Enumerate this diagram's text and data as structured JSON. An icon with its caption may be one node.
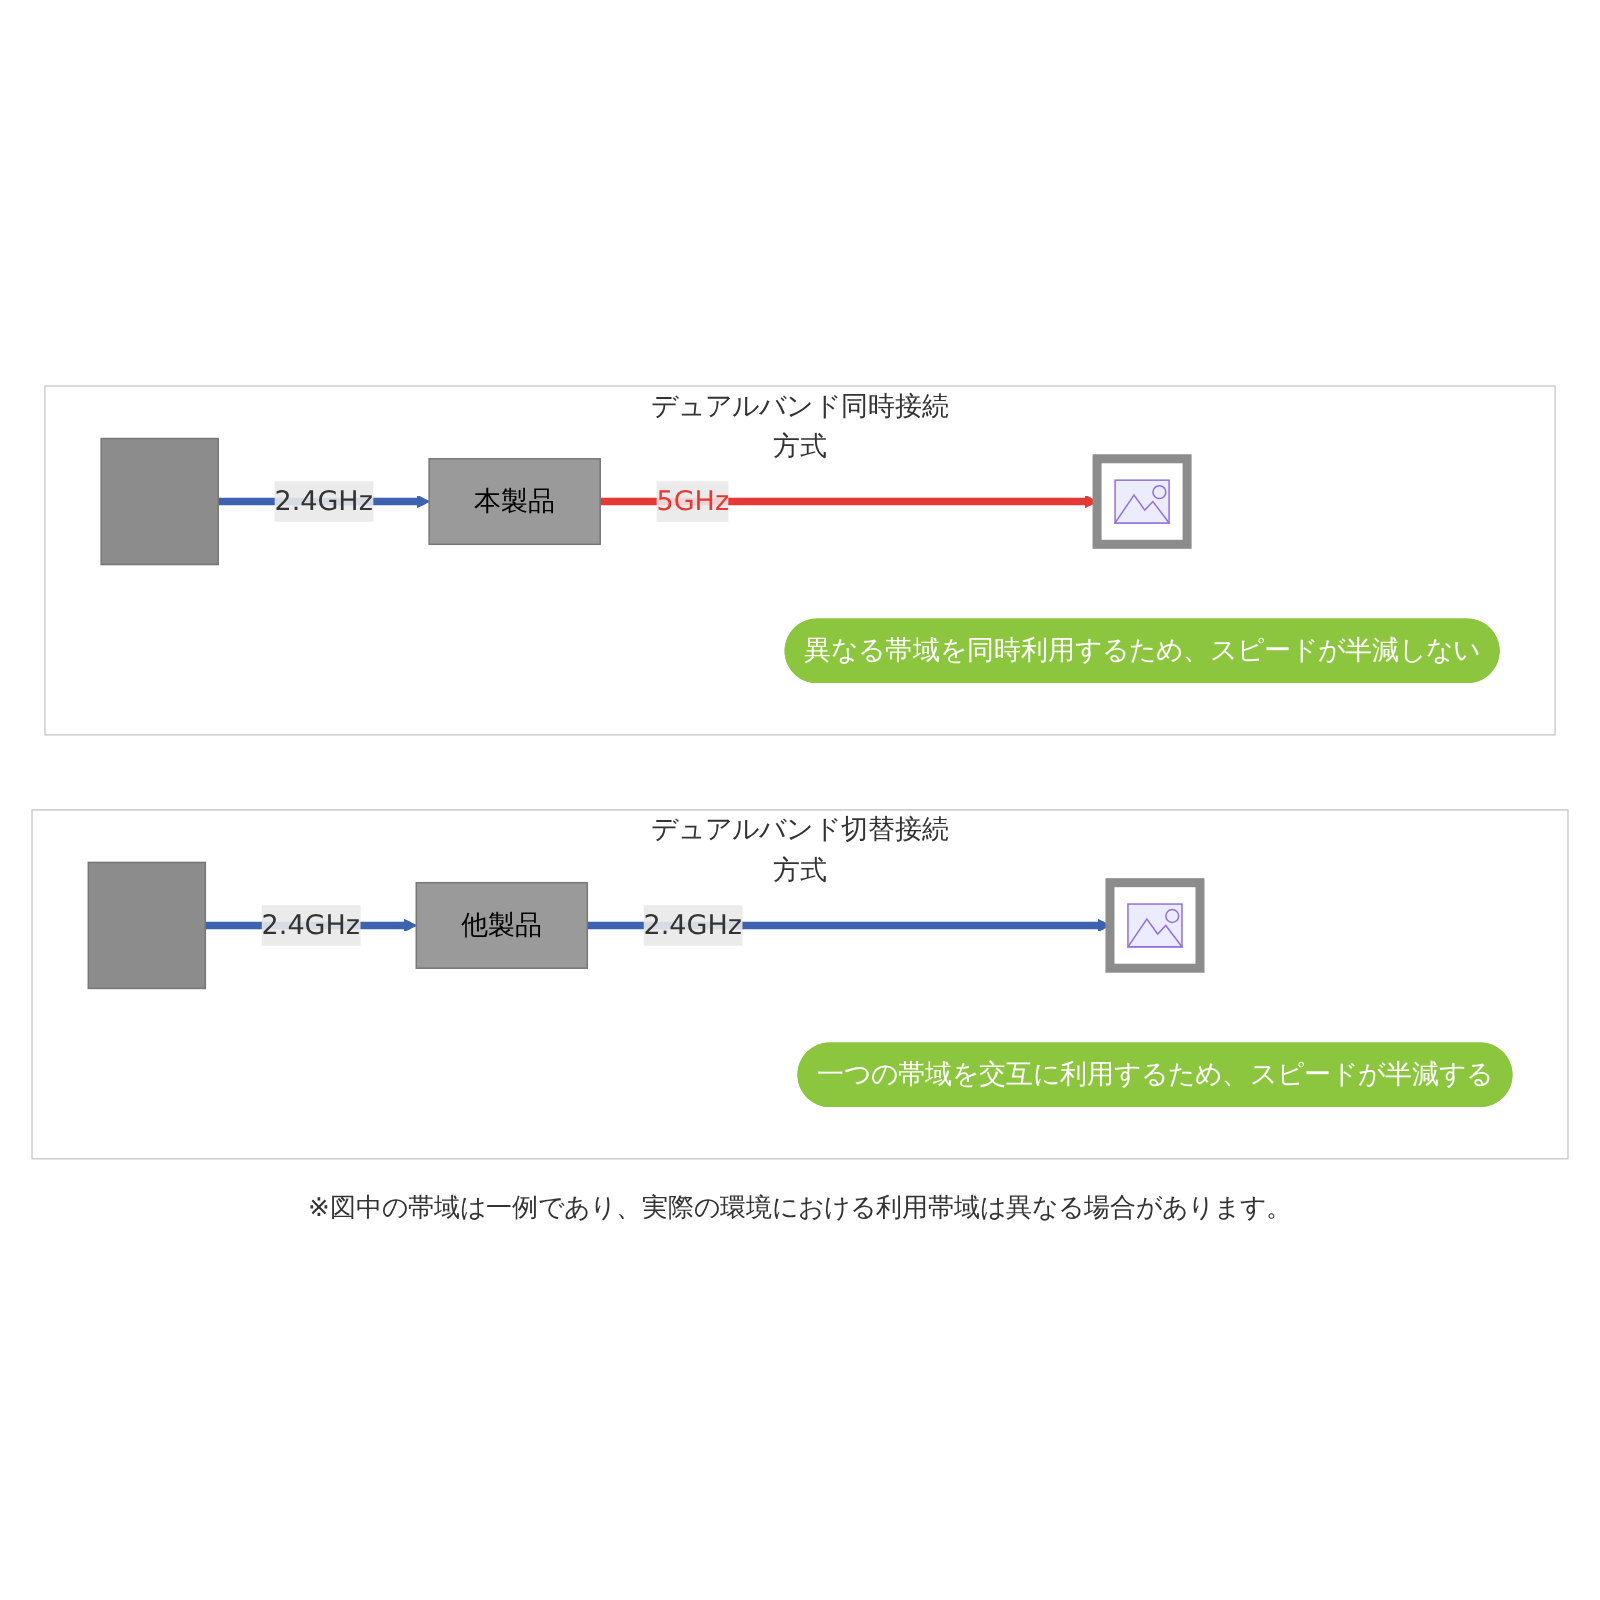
{
  "diagram": {
    "caption": "※図中の帯域は一例であり、実際の環境における利用帯域は異なる場合があります。",
    "nodes": [
      {
        "text": [
          "デュアルバンド同時接続方式"
        ]
      },
      {
        "text": [],
        "shape": "box",
        "in": 0
      },
      {
        "text": [
          "本製品"
        ],
        "in": 0
      },
      {
        "text": [],
        "shape": "picture",
        "in": 0
      },
      {
        "text": [
          "異なる帯域を同時利用するため、スピードが半減しない"
        ],
        "in": 0
      },
      {
        "text": [
          "デュアルバンド切替接続方式"
        ]
      },
      {
        "text": [],
        "shape": "box",
        "in": 5
      },
      {
        "text": [
          "他製品"
        ],
        "in": 5
      },
      {
        "text": [],
        "shape": "picture",
        "in": 5
      },
      {
        "text": [
          "一つの帯域を交互に利用するため、スピードが半減する"
        ],
        "in": 5
      }
    ],
    "edges": [
      {
        "from": 1,
        "to": 2,
        "arrow": "to",
        "label": "2.4GHz"
      },
      {
        "from": 2,
        "to": 3,
        "arrow": "to",
        "label": "5GHz",
        "color": "#e53935"
      },
      {
        "from": 6,
        "to": 7,
        "arrow": "to",
        "label": "2.4GHz"
      },
      {
        "from": 7,
        "to": 8,
        "arrow": "to",
        "label": "2.4GHz"
      }
    ]
  }
}
